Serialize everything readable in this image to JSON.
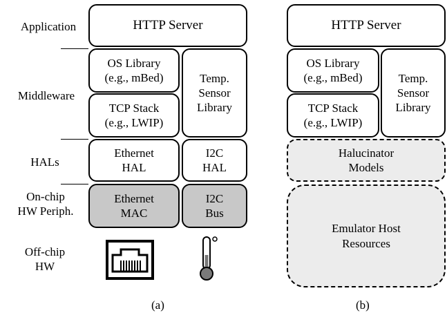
{
  "layers": {
    "application": "Application",
    "middleware": "Middleware",
    "hals": "HALs",
    "onchip_1": "On-chip",
    "onchip_2": "HW Periph.",
    "offchip_1": "Off-chip",
    "offchip_2": "HW"
  },
  "diagram_a": {
    "http": "HTTP Server",
    "os_1": "OS Library",
    "os_2": "(e.g., mBed)",
    "temp_1": "Temp.",
    "temp_2": "Sensor",
    "temp_3": "Library",
    "tcp_1": "TCP Stack",
    "tcp_2": "(e.g., LWIP)",
    "eth_hal_1": "Ethernet",
    "eth_hal_2": "HAL",
    "i2c_hal_1": "I2C",
    "i2c_hal_2": "HAL",
    "eth_mac_1": "Ethernet",
    "eth_mac_2": "MAC",
    "i2c_bus_1": "I2C",
    "i2c_bus_2": "Bus",
    "caption": "(a)"
  },
  "diagram_b": {
    "http": "HTTP Server",
    "os_1": "OS Library",
    "os_2": "(e.g., mBed)",
    "temp_1": "Temp.",
    "temp_2": "Sensor",
    "temp_3": "Library",
    "tcp_1": "TCP Stack",
    "tcp_2": "(e.g., LWIP)",
    "halu_1": "Halucinator",
    "halu_2": "Models",
    "emu_1": "Emulator Host",
    "emu_2": "Resources",
    "caption": "(b)"
  },
  "icons": {
    "ethernet": "ethernet-port-icon",
    "thermometer": "thermometer-icon"
  }
}
